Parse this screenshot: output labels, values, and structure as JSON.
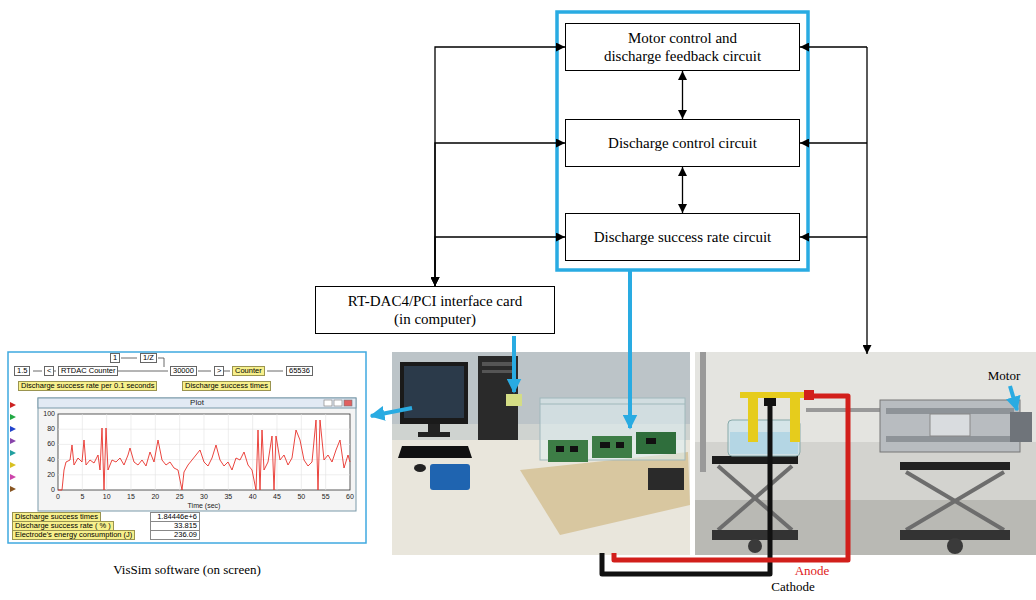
{
  "diagram": {
    "nodes": [
      {
        "text": [
          "Motor control and discharge feedback circuit"
        ]
      },
      {
        "text": [
          "Discharge control circuit"
        ]
      },
      {
        "text": [
          "Discharge success rate circuit"
        ]
      },
      {
        "text": [
          "RT-DAC4/PCI interface card (in computer)"
        ]
      }
    ],
    "edges": [
      {
        "from": 3,
        "to": 0,
        "arrow": "both"
      },
      {
        "from": 3,
        "to": 1,
        "arrow": "both"
      },
      {
        "from": 3,
        "to": 2,
        "arrow": "both"
      },
      {
        "from": 0,
        "to": 1,
        "arrow": "both"
      },
      {
        "from": 1,
        "to": 2,
        "arrow": "both"
      }
    ],
    "labels": [
      "1",
      "1/Z",
      "1.5",
      "<",
      "RTDAC Counter",
      "30000",
      ">",
      "Counter",
      "65536",
      "Discharge success rate per 0.1 seconds",
      "Discharge success times",
      "Plot",
      "100",
      "80",
      "60",
      "40",
      "20",
      "0",
      "0",
      "5",
      "10",
      "15",
      "20",
      "25",
      "30",
      "35",
      "40",
      "45",
      "50",
      "55",
      "60",
      "Time (sec)",
      "Discharge success times",
      "1.84446e+6",
      "Discharge success rate ( % )",
      "33.815",
      "Electrode's energy consumption (J)",
      "236.09",
      "VisSim software (on screen)",
      "Motor",
      "Anode",
      "Cathode"
    ]
  }
}
